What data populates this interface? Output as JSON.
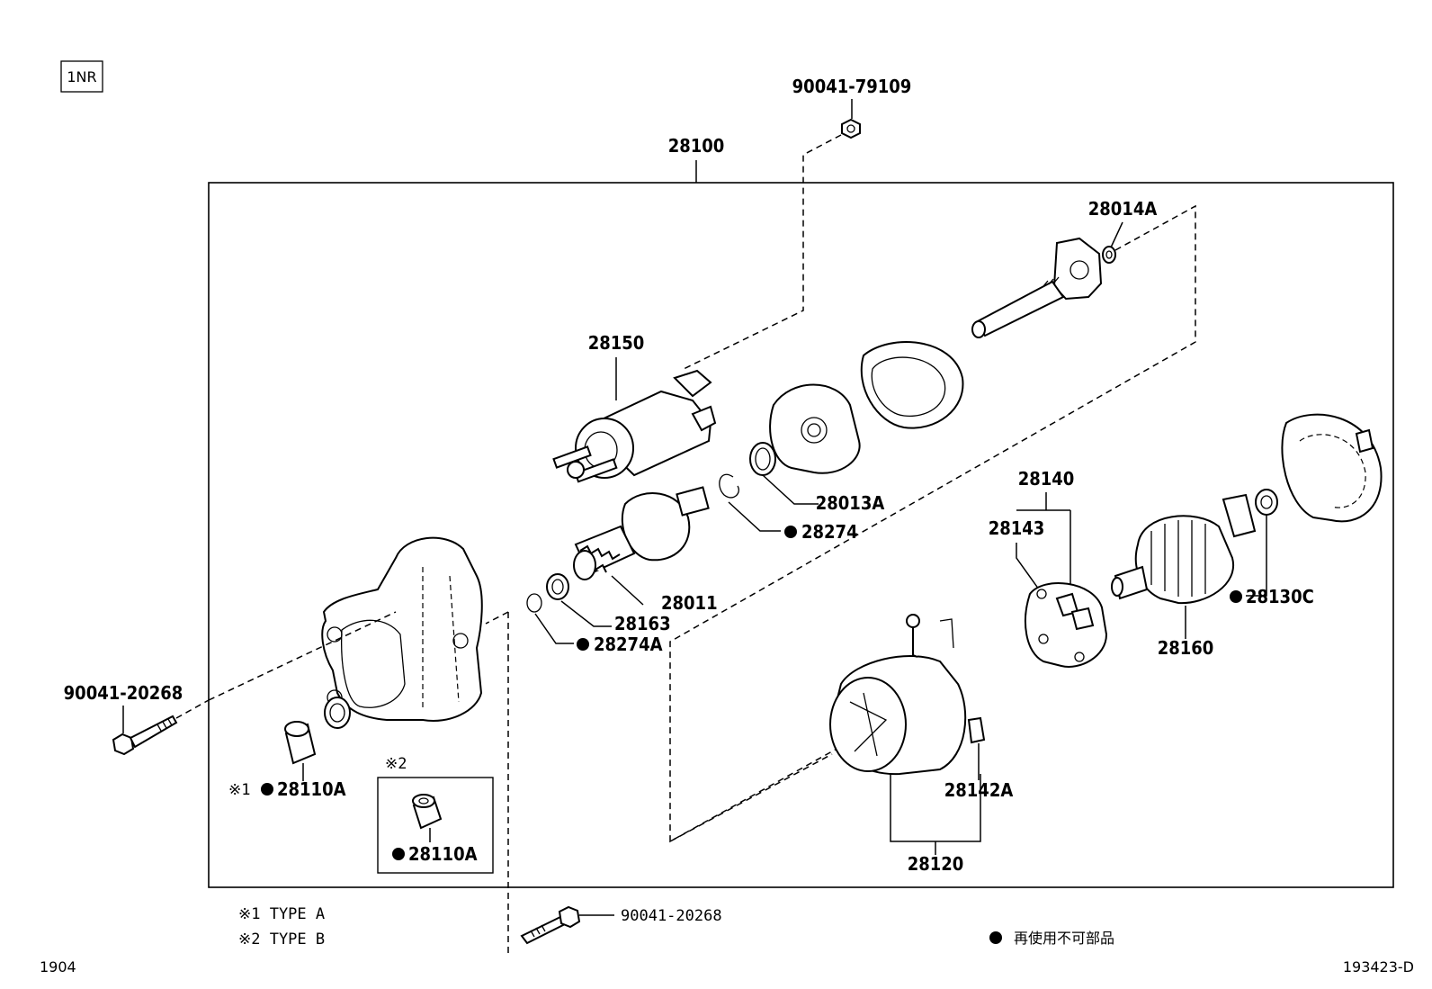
{
  "engine_badge": "1NR",
  "footer": {
    "left_code": "1904",
    "right_code": "193423-D",
    "legend_non_reusable": "再使用不可部品",
    "note_type_a": "※1 TYPE A",
    "note_type_b": "※2 TYPE B"
  },
  "type_b_box_label": "※2",
  "parts": {
    "p90041_79109": "90041-79109",
    "p28100": "28100",
    "p28014a": "28014A",
    "p28150": "28150",
    "p28013a": "28013A",
    "p28274": "28274",
    "p28140": "28140",
    "p28143": "28143",
    "p28011": "28011",
    "p28163": "28163",
    "p28274a": "28274A",
    "p28130c": "28130C",
    "p28160": "28160",
    "p90041_20268_left": "90041-20268",
    "p28110a_a": "28110A",
    "p28110a_a_prefix": "※1",
    "p28110a_b": "28110A",
    "p28142a": "28142A",
    "p28120": "28120",
    "p90041_20268_bottom": "90041-20268"
  }
}
